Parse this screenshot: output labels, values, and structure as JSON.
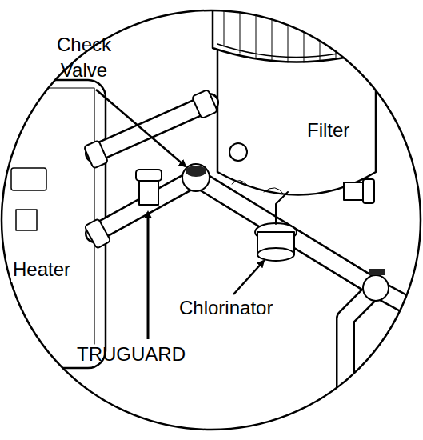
{
  "diagram": {
    "labels": [
      "Check Valve",
      "Filter",
      "Heater",
      "Chlorinator",
      "TRUGUARD"
    ]
  }
}
